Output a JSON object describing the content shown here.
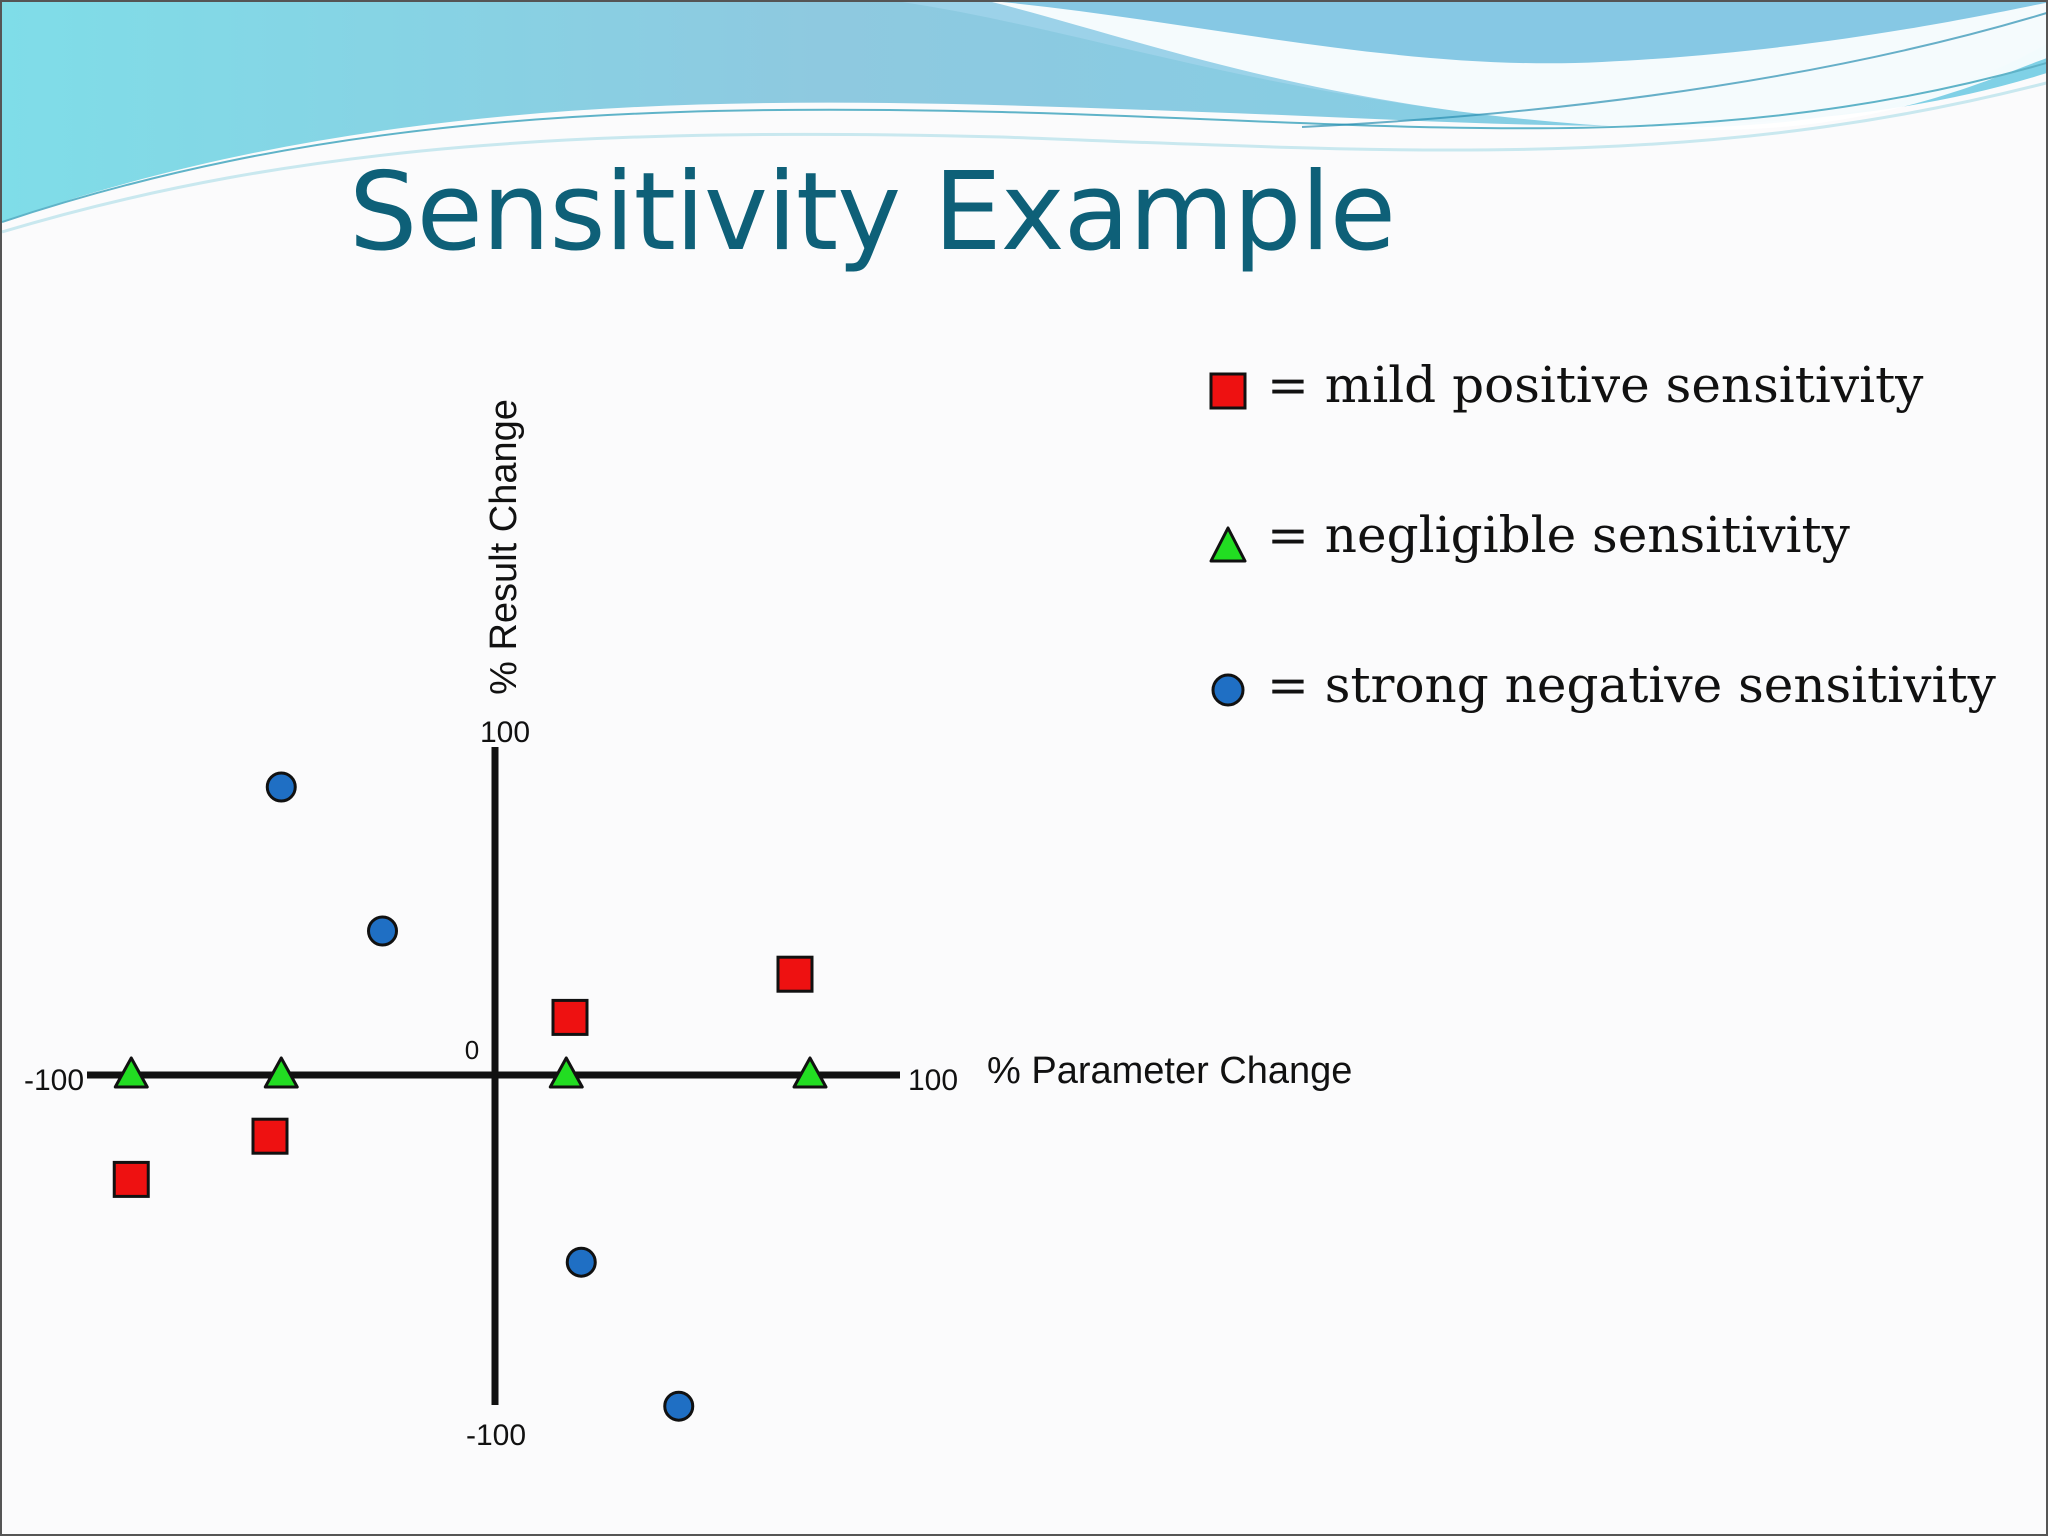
{
  "slide": {
    "title": "Sensitivity Example"
  },
  "colors": {
    "title": "#0e6078",
    "mild_positive": "#ee1111",
    "negligible": "#22dd22",
    "strong_negative": "#1f6fc4"
  },
  "legend": [
    {
      "marker": "square",
      "color": "#ee1111",
      "label": "= mild positive sensitivity"
    },
    {
      "marker": "triangle",
      "color": "#22dd22",
      "label": "= negligible sensitivity"
    },
    {
      "marker": "circle",
      "color": "#1f6fc4",
      "label": "= strong negative sensitivity"
    }
  ],
  "chart_data": {
    "type": "scatter",
    "xlabel": "% Parameter Change",
    "ylabel": "% Result Change",
    "xlim": [
      -100,
      100
    ],
    "ylim": [
      -100,
      100
    ],
    "x_ticks": [
      "-100",
      "0",
      "100"
    ],
    "y_ticks": [
      "-100",
      "100"
    ],
    "origin_label": "0",
    "series": [
      {
        "key": "mild_positive",
        "marker": "square",
        "color": "#ee1111",
        "points": [
          [
            -97,
            -29
          ],
          [
            -60,
            -17
          ],
          [
            20,
            16
          ],
          [
            80,
            28
          ]
        ]
      },
      {
        "key": "negligible",
        "marker": "triangle",
        "color": "#22dd22",
        "points": [
          [
            -97,
            0
          ],
          [
            -57,
            0
          ],
          [
            19,
            0
          ],
          [
            84,
            0
          ]
        ]
      },
      {
        "key": "strong_negative",
        "marker": "circle",
        "color": "#1f6fc4",
        "points": [
          [
            -57,
            80
          ],
          [
            -30,
            40
          ],
          [
            23,
            -52
          ],
          [
            49,
            -92
          ]
        ]
      }
    ]
  }
}
